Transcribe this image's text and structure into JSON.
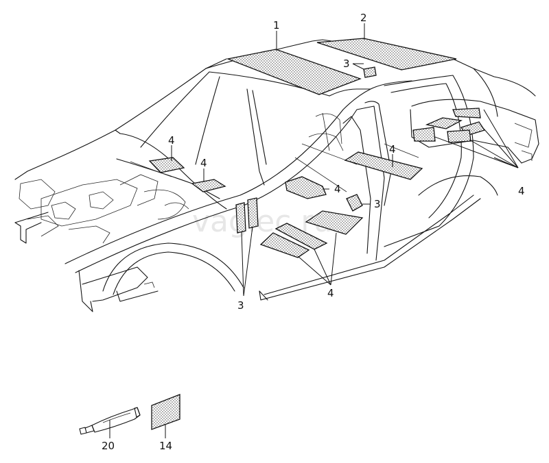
{
  "diagram": {
    "watermark": "vaglec.ru",
    "colors": {
      "ink": "#111111",
      "pad_dots": "#444444",
      "background": "#ffffff"
    },
    "callouts": [
      {
        "id": "roof-pad-front",
        "label": "1"
      },
      {
        "id": "roof-pad-rear",
        "label": "2"
      },
      {
        "id": "roof-small-pad",
        "label": "3"
      },
      {
        "id": "dash-pad-left",
        "label": "4"
      },
      {
        "id": "dash-pad-right",
        "label": "4"
      },
      {
        "id": "rear-floor-pad",
        "label": "4"
      },
      {
        "id": "floor-pad-center",
        "label": "4"
      },
      {
        "id": "pillar-small-pad",
        "label": "3"
      },
      {
        "id": "trunk-pads",
        "label": "4"
      },
      {
        "id": "sill-pads",
        "label": "3"
      },
      {
        "id": "floor-pads-front",
        "label": "4"
      },
      {
        "id": "sealant-tube",
        "label": "20"
      },
      {
        "id": "damping-mat",
        "label": "14"
      }
    ]
  }
}
